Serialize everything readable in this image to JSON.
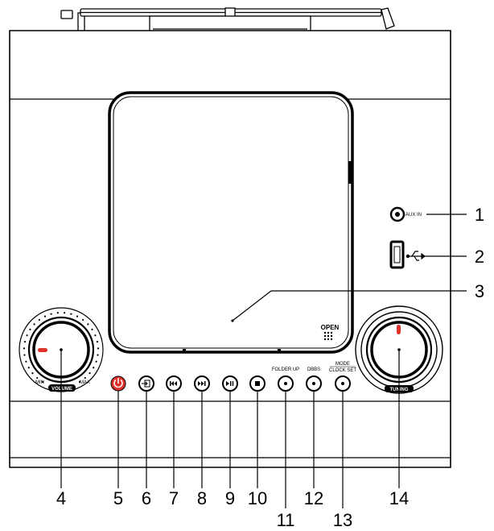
{
  "device": {
    "aux_jack_label": "AUX IN",
    "open_label": "OPEN",
    "volume_label": "VOLUME",
    "volume_min": "MIN",
    "volume_max": "MAX",
    "tuning_label": "TUNING",
    "button_labels": {
      "folder_up": "FOLDER UP",
      "dbbs": "DBBS",
      "mode": "MODE",
      "clock_set": "CLOCK SET"
    }
  },
  "callouts": [
    "1",
    "2",
    "3",
    "4",
    "5",
    "6",
    "7",
    "8",
    "9",
    "10",
    "11",
    "12",
    "13",
    "14"
  ],
  "colors": {
    "line": "#000000",
    "power": "#e0312b",
    "indicator": "#e0312b"
  },
  "icons": {
    "btn6": "input-source-icon",
    "btn7": "skip-back-icon",
    "btn8": "skip-forward-icon",
    "btn9": "play-pause-icon",
    "btn10": "stop-icon"
  }
}
